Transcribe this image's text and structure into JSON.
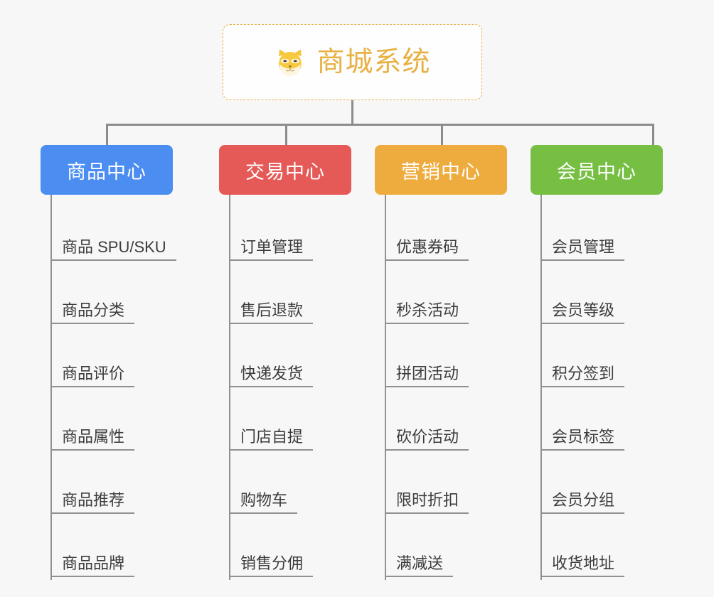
{
  "root": {
    "icon": "dog-face-icon",
    "title": "商城系统",
    "accent_color": "#e8b143",
    "border_color": "#e8b04a"
  },
  "canvas": {
    "background_color": "#f7f7f7",
    "connector_color": "#8c8c8c"
  },
  "columns": [
    {
      "header": "商品中心",
      "color": "#4b8df0",
      "items": [
        "商品 SPU/SKU",
        "商品分类",
        "商品评价",
        "商品属性",
        "商品推荐",
        "商品品牌"
      ]
    },
    {
      "header": "交易中心",
      "color": "#e55a57",
      "items": [
        "订单管理",
        "售后退款",
        "快递发货",
        "门店自提",
        "购物车",
        "销售分佣"
      ]
    },
    {
      "header": "营销中心",
      "color": "#eeac3e",
      "items": [
        "优惠券码",
        "秒杀活动",
        "拼团活动",
        "砍价活动",
        "限时折扣",
        "满减送"
      ]
    },
    {
      "header": "会员中心",
      "color": "#76bf43",
      "items": [
        "会员管理",
        "会员等级",
        "积分签到",
        "会员标签",
        "会员分组",
        "收货地址"
      ]
    }
  ]
}
